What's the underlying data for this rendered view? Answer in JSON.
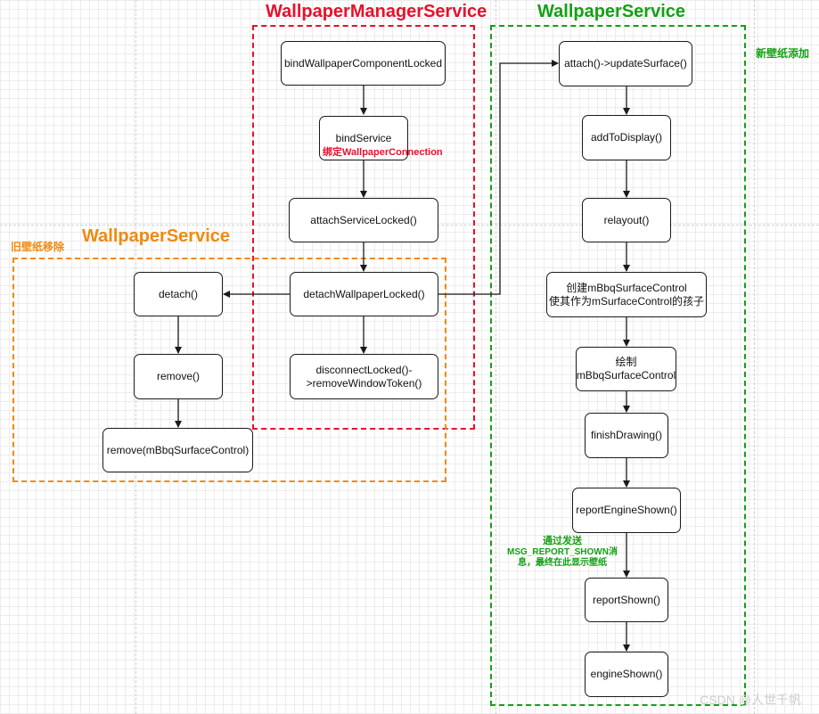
{
  "colors": {
    "red": "#e8102a",
    "green": "#14a014",
    "orange": "#f08a0c",
    "box_border": "#1a1a1a",
    "arrow": "#1a1a1a"
  },
  "regions": {
    "manager": {
      "title": "WallpaperManagerService"
    },
    "service_new": {
      "title": "WallpaperService",
      "note": "新壁纸添加"
    },
    "service_old": {
      "title": "WallpaperService",
      "note": "旧壁纸移除"
    }
  },
  "nodes": {
    "bind_component": {
      "label": "bindWallpaperComponentLocked"
    },
    "bind_service": {
      "label": "bindService",
      "sublabel": "绑定WallpaperConnection"
    },
    "attach_service": {
      "label": "attachServiceLocked()"
    },
    "detach_wallpaper": {
      "label": "detachWallpaperLocked()"
    },
    "disconnect": {
      "line1": "disconnectLocked()-",
      "line2": ">removeWindowToken()"
    },
    "detach": {
      "label": "detach()"
    },
    "remove": {
      "label": "remove()"
    },
    "remove_surface": {
      "label": "remove(mBbqSurfaceControl)"
    },
    "attach_update": {
      "label": "attach()->updateSurface()"
    },
    "add_to_display": {
      "label": "addToDisplay()"
    },
    "relayout": {
      "label": "relayout()"
    },
    "create_surface": {
      "line1": "创建mBbqSurfaceControl",
      "line2": "使其作为mSurfaceControl的孩子"
    },
    "draw_surface": {
      "line1": "绘制",
      "line2": "mBbqSurfaceControl"
    },
    "finish_drawing": {
      "label": "finishDrawing()"
    },
    "report_engine_shown": {
      "label": "reportEngineShown()"
    },
    "report_shown": {
      "label": "reportShown()"
    },
    "engine_shown": {
      "label": "engineShown()"
    }
  },
  "annotation": {
    "line1": "通过发送",
    "line2": "MSG_REPORT_SHOWN消",
    "line3": "息，最终在此显示壁纸"
  },
  "watermark": "CSDN @人世千帆"
}
